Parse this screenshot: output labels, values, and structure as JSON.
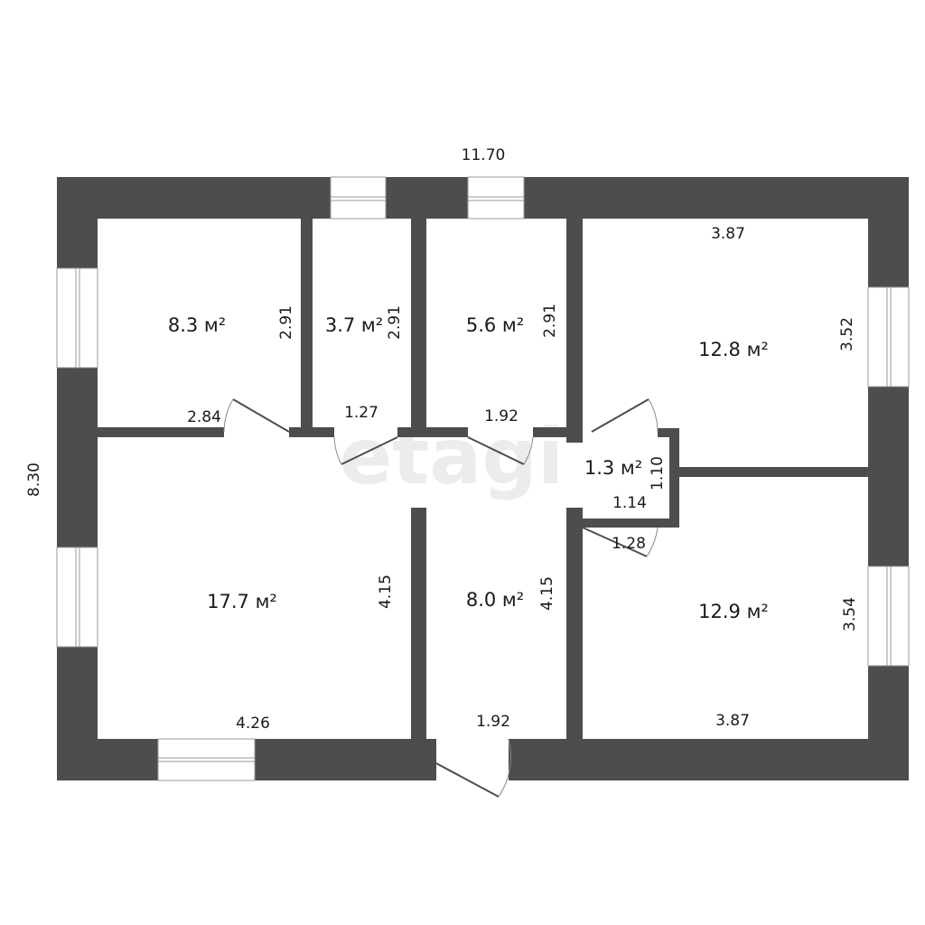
{
  "watermark": "etagi",
  "overall": {
    "width": "11.70",
    "height": "8.30"
  },
  "rooms": [
    {
      "id": "room-a",
      "area": "8.3 м²"
    },
    {
      "id": "room-b",
      "area": "3.7 м²"
    },
    {
      "id": "room-c",
      "area": "5.6 м²"
    },
    {
      "id": "room-d",
      "area": "12.8 м²"
    },
    {
      "id": "room-e",
      "area": "1.3 м²"
    },
    {
      "id": "room-f",
      "area": "17.7 м²"
    },
    {
      "id": "room-g",
      "area": "8.0 м²"
    },
    {
      "id": "room-h",
      "area": "12.9 м²"
    }
  ],
  "dimensions": {
    "a_width": "2.84",
    "a_height": "2.91",
    "b_width": "1.27",
    "b_height": "2.91",
    "c_width": "1.92",
    "c_height": "2.91",
    "d_width": "3.87",
    "d_height": "3.52",
    "e_height": "1.10",
    "e_width_top": "1.14",
    "e_width_bottom": "1.28",
    "f_width": "4.26",
    "f_height": "4.15",
    "g_width": "1.92",
    "g_height": "4.15",
    "h_width": "3.87",
    "h_height": "3.54"
  }
}
